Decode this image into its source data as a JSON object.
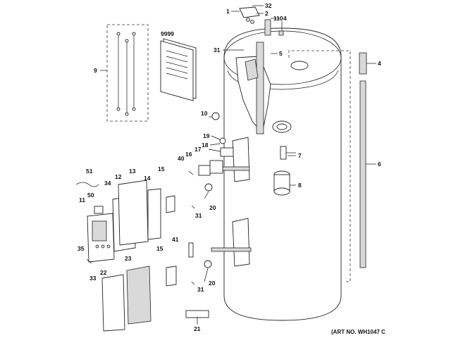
{
  "art_number": "(ART NO. WH1047 C",
  "callouts": {
    "c1": "1",
    "c2": "2",
    "c32": "32",
    "c4a": "4",
    "c110": "110",
    "c31a": "31",
    "c5": "5",
    "c9999": "9999",
    "c9": "9",
    "c4b": "4",
    "c10": "10",
    "c19": "19",
    "c18": "18",
    "c17": "17",
    "c16": "16",
    "c40": "40",
    "c7": "7",
    "c6": "6",
    "c8": "8",
    "c51": "51",
    "c13": "13",
    "c12": "12",
    "c14": "14",
    "c15a": "15",
    "c50": "50",
    "c34": "34",
    "c11": "11",
    "c20a": "20",
    "c31b": "31",
    "c35": "35",
    "c41": "41",
    "c15b": "15",
    "c23": "23",
    "c22": "22",
    "c33": "33",
    "c20b": "20",
    "c31c": "31",
    "c21": "21"
  }
}
